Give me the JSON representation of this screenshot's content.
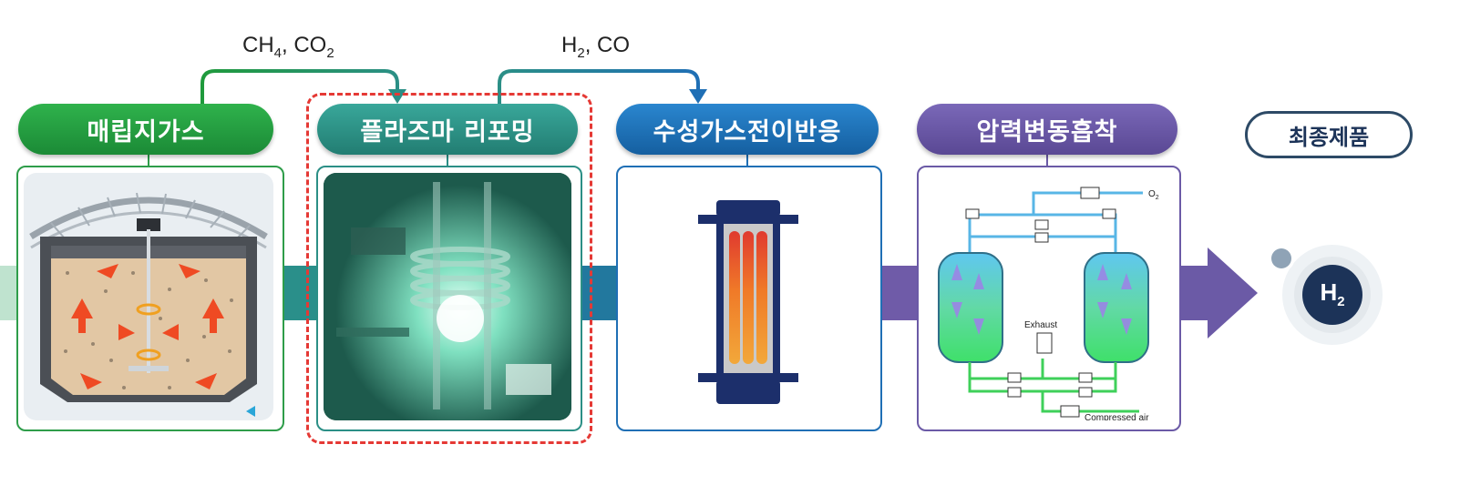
{
  "stages": [
    {
      "label": "매립지가스"
    },
    {
      "label": "플라즈마 리포밍"
    },
    {
      "label": "수성가스전이반응"
    },
    {
      "label": "압력변동흡착"
    }
  ],
  "final": {
    "label": "최종제품",
    "product_main": "H",
    "product_sub": "2"
  },
  "flows": [
    {
      "a": "CH",
      "a_sub": "4",
      "b": ", CO",
      "b_sub": "2"
    },
    {
      "a": "H",
      "a_sub": "2",
      "b": ", CO",
      "b_sub": ""
    }
  ],
  "psa": {
    "o2_main": "O",
    "o2_sub": "2",
    "exhaust": "Exhaust",
    "compressed_air": "Compressed air"
  },
  "colors": {
    "green": "#1f9a3c",
    "teal": "#2b8f86",
    "blue": "#1f6fb5",
    "purple": "#6b5aa6",
    "navy": "#1c3358",
    "highlight": "#e53935"
  }
}
